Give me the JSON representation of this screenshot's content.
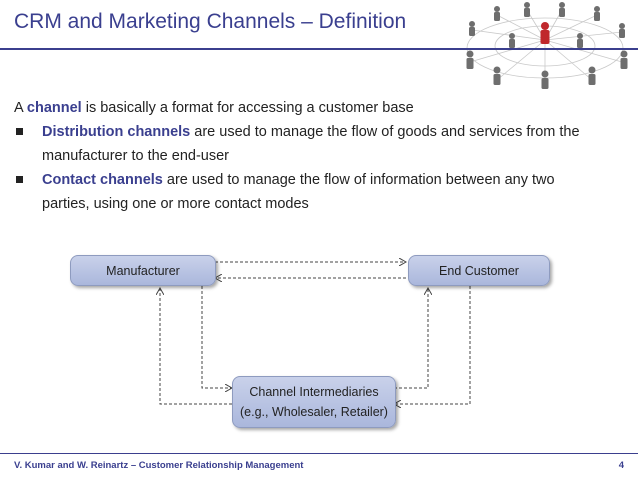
{
  "slide": {
    "title": "CRM and Marketing Channels – Definition",
    "intro": {
      "prefix": "A ",
      "term": "channel",
      "rest": " is basically a format for accessing a customer base"
    },
    "bullets": [
      {
        "term": "Distribution channels",
        "line1": " are used to manage the flow of goods and services from the",
        "line2": "manufacturer to the end-user"
      },
      {
        "term": "Contact channels",
        "line1": " are used to manage the flow of information between any two",
        "line2": "parties, using one or more contact modes"
      }
    ]
  },
  "diagram": {
    "manufacturer": "Manufacturer",
    "end_customer": "End Customer",
    "intermediaries_line1": "Channel Intermediaries",
    "intermediaries_line2": "(e.g., Wholesaler, Retailer)"
  },
  "footer": {
    "credit": "V. Kumar and W. Reinartz – Customer Relationship Management",
    "page": "4"
  },
  "colors": {
    "title": "#3a3f8f",
    "box_fill": "#b8c3e3",
    "highlight_person": "#c0282c"
  },
  "icons": [
    "people-network-icon"
  ]
}
